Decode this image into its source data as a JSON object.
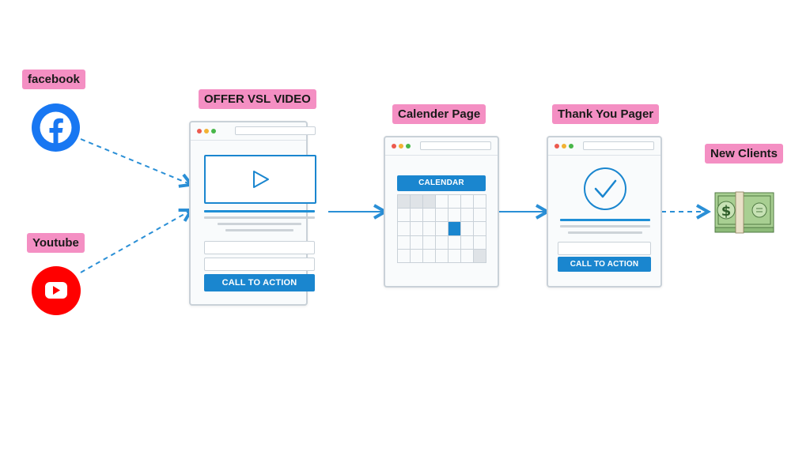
{
  "labels": {
    "facebook": "facebook",
    "youtube": "Youtube",
    "offer": "OFFER VSL VIDEO",
    "calendar": "Calender Page",
    "thankyou": "Thank You Pager",
    "clients": "New Clients"
  },
  "pages": {
    "offer_cta": "CALL TO ACTION",
    "calendar_header": "CALENDAR",
    "thankyou_cta": "CALL TO ACTION"
  },
  "icons": {
    "facebook": "facebook-logo-icon",
    "youtube": "youtube-logo-icon",
    "play": "play-icon",
    "check": "checkmark-icon",
    "money": "dollar-banknotes-icon"
  },
  "colors": {
    "label_bg": "#f48fc3",
    "accent_blue": "#1a86cf",
    "facebook_blue": "#1877f2",
    "youtube_red": "#ff0000"
  }
}
